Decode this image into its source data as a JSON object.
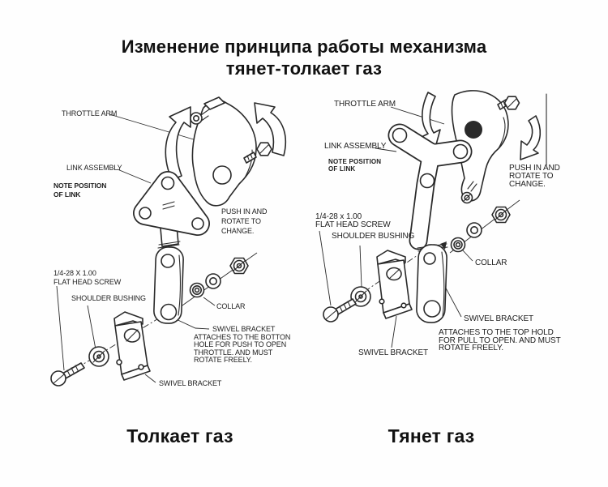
{
  "page": {
    "background": "#ffffff",
    "ink": "#2a2a2a",
    "title": {
      "line1": "Изменение принципа работы механизма",
      "line2": "тянет-толкает газ"
    }
  },
  "push_diagram": {
    "caption": "Толкает газ",
    "labels": {
      "throttle_arm": "THROTTLE ARM",
      "link_assembly": "LINK ASSEMBLY",
      "note_position": "NOTE POSITION\nOF LINK",
      "push_rotate": "PUSH IN AND\nROTATE TO\nCHANGE.",
      "screw_spec": "1/4-28 X 1.00\nFLAT HEAD SCREW",
      "shoulder_bushing": "SHOULDER BUSHING",
      "collar": "COLLAR",
      "swivel_note_title": "SWIVEL BRACKET",
      "swivel_note_body": "ATTACHES TO THE BOTTON\nHOLE FOR PUSH TO OPEN\nTHROTTLE. AND MUST\nROTATE FREELY.",
      "swivel_bracket": "SWIVEL BRACKET"
    }
  },
  "pull_diagram": {
    "caption": "Тянет газ",
    "labels": {
      "throttle_arm": "THROTTLE ARM",
      "link_assembly": "LINK ASSEMBLY",
      "note_position": "NOTE POSITION\nOF LINK",
      "push_rotate": "PUSH IN AND\nROTATE TO\nCHANGE.",
      "screw_spec": "1/4-28 x 1.00\nFLAT HEAD SCREW",
      "shoulder_bushing": "SHOULDER BUSHING",
      "collar": "COLLAR",
      "swivel_bracket": "SWIVEL BRACKET",
      "attach_note": "ATTACHES TO THE TOP HOLD\nFOR PULL TO OPEN. AND MUST\nROTATE FREELY.",
      "swivel_bracket_bottom": "SWIVEL BRACKET"
    }
  }
}
